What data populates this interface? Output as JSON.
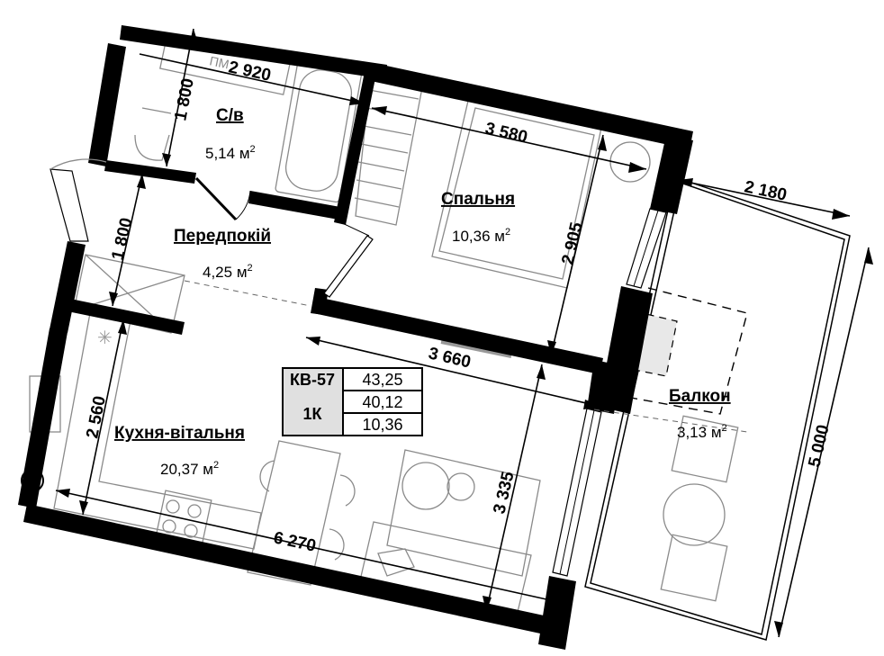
{
  "apartment": {
    "code": "КВ-57",
    "type": "1К",
    "total_area": "43,25",
    "living_area_excl_balcony": "40,12",
    "bedroom_area": "10,36"
  },
  "rooms": {
    "bathroom": {
      "name": "С/в",
      "area": "5,14",
      "unit": "м",
      "sup": "2"
    },
    "hallway": {
      "name": "Передпокій",
      "area": "4,25",
      "unit": "м",
      "sup": "2"
    },
    "bedroom": {
      "name": "Спальня",
      "area": "10,36",
      "unit": "м",
      "sup": "2"
    },
    "kitchen_living": {
      "name": "Кухня-вітальня",
      "area": "20,37",
      "unit": "м",
      "sup": "2"
    },
    "balcony": {
      "name": "Балкон",
      "area": "3,13",
      "unit": "м",
      "sup": "2"
    }
  },
  "dimensions": {
    "bath_width": "2 920",
    "bath_depth": "1 800",
    "hall_depth": "1 800",
    "bedroom_width": "3 580",
    "bedroom_depth": "2 905",
    "balcony_width": "2 180",
    "balcony_length": "5 000",
    "living_width_top": "3 660",
    "living_depth": "3 335",
    "kitchen_depth": "2 560",
    "kitchen_width_total": "6 270"
  },
  "labels": {
    "bath_fixture": "ПМ"
  },
  "colors": {
    "wall": "#000000",
    "furniture": "#8a8a8a",
    "table_label_bg": "#e0e0e0"
  }
}
